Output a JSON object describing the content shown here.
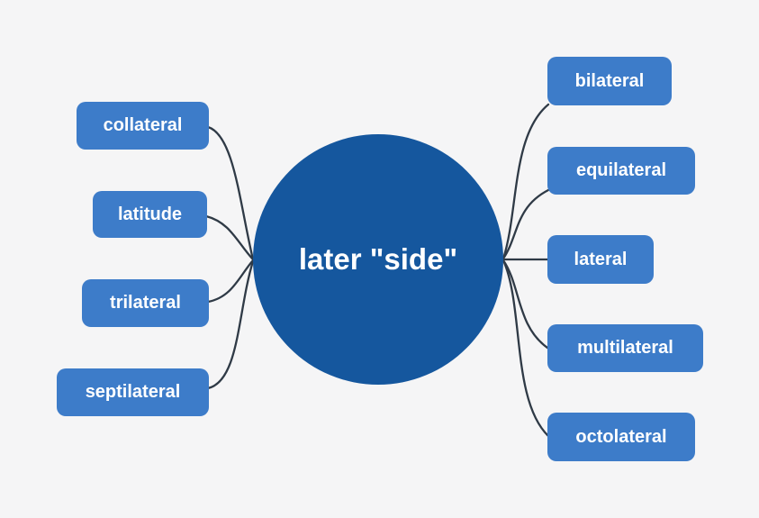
{
  "diagram": {
    "center": {
      "label": "later \"side\""
    },
    "left_nodes": [
      {
        "label": "collateral"
      },
      {
        "label": "latitude"
      },
      {
        "label": "trilateral"
      },
      {
        "label": "septilateral"
      }
    ],
    "right_nodes": [
      {
        "label": "bilateral"
      },
      {
        "label": "equilateral"
      },
      {
        "label": "lateral"
      },
      {
        "label": "multilateral"
      },
      {
        "label": "octolateral"
      }
    ],
    "colors": {
      "background": "#f5f5f6",
      "node_fill": "#3d7cc9",
      "center_fill": "#15579e",
      "connector": "#2f3a46",
      "text": "#ffffff"
    }
  }
}
